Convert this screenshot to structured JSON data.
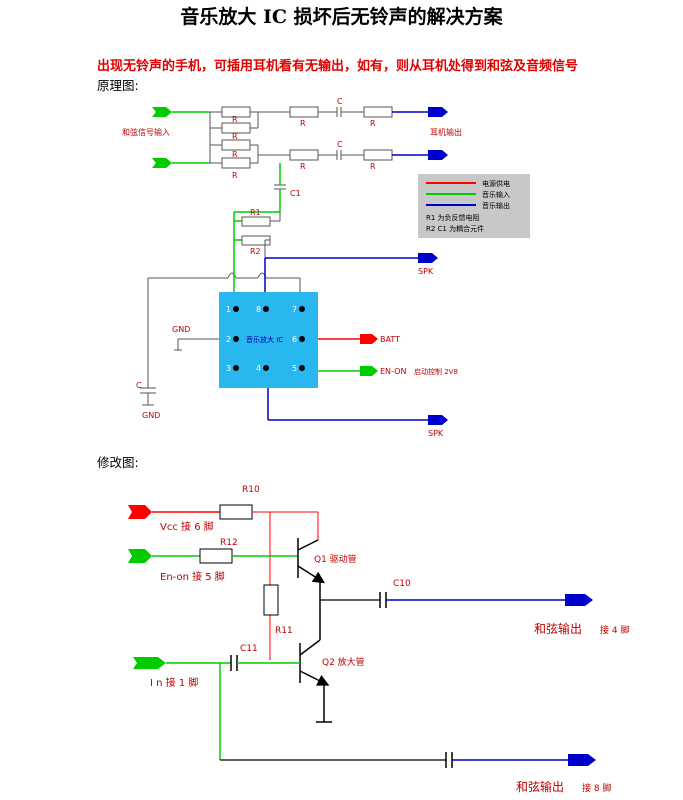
{
  "title": "音乐放大 IC 损坏后无铃声的解决方案",
  "subtitle": "出现无铃声的手机，可插用耳机看有无输出，如有，则从耳机处得到和弦及音频信号",
  "diagram1": {
    "section_label": "原理图:",
    "input_label": "和弦信号输入",
    "output_label": "耳机输出",
    "r_label": "R",
    "c_label": "C",
    "c1_label": "C1",
    "r1_label": "R1",
    "r2_label": "R2",
    "spk_label": "SPK",
    "gnd_label": "GND",
    "batt_label": "BATT",
    "en_on_label": "EN-ON",
    "en_on_note": "启动控制 2V8",
    "ic_label": "音乐放大 IC",
    "pins": [
      "1",
      "8",
      "7",
      "2",
      "6",
      "3",
      "4",
      "5"
    ],
    "legend": {
      "power": "电源供电",
      "music_in": "音乐输入",
      "music_out": "音乐输出",
      "note1": "R1 为负反馈电阻",
      "note2": "R2 C1 为耦合元件"
    },
    "colors": {
      "power": "#ff0000",
      "input": "#00cc00",
      "output": "#0000cc",
      "ic": "#29b7ef"
    }
  },
  "diagram2": {
    "section_label": "修改图:",
    "r10": "R10",
    "r12": "R12",
    "r11": "R11",
    "c10": "C10",
    "c11": "C11",
    "vcc_label": "Vcc  接 6 脚",
    "en_on_label": "En-on  接 5 脚",
    "in_label": "I n  接 1 脚",
    "q1_label": "Q1  驱动管",
    "q2_label": "Q2  放大管",
    "out1_label": "和弦输出",
    "out1_pin": "接 4 脚",
    "out2_label": "和弦输出",
    "out2_pin": "接 8 脚"
  }
}
